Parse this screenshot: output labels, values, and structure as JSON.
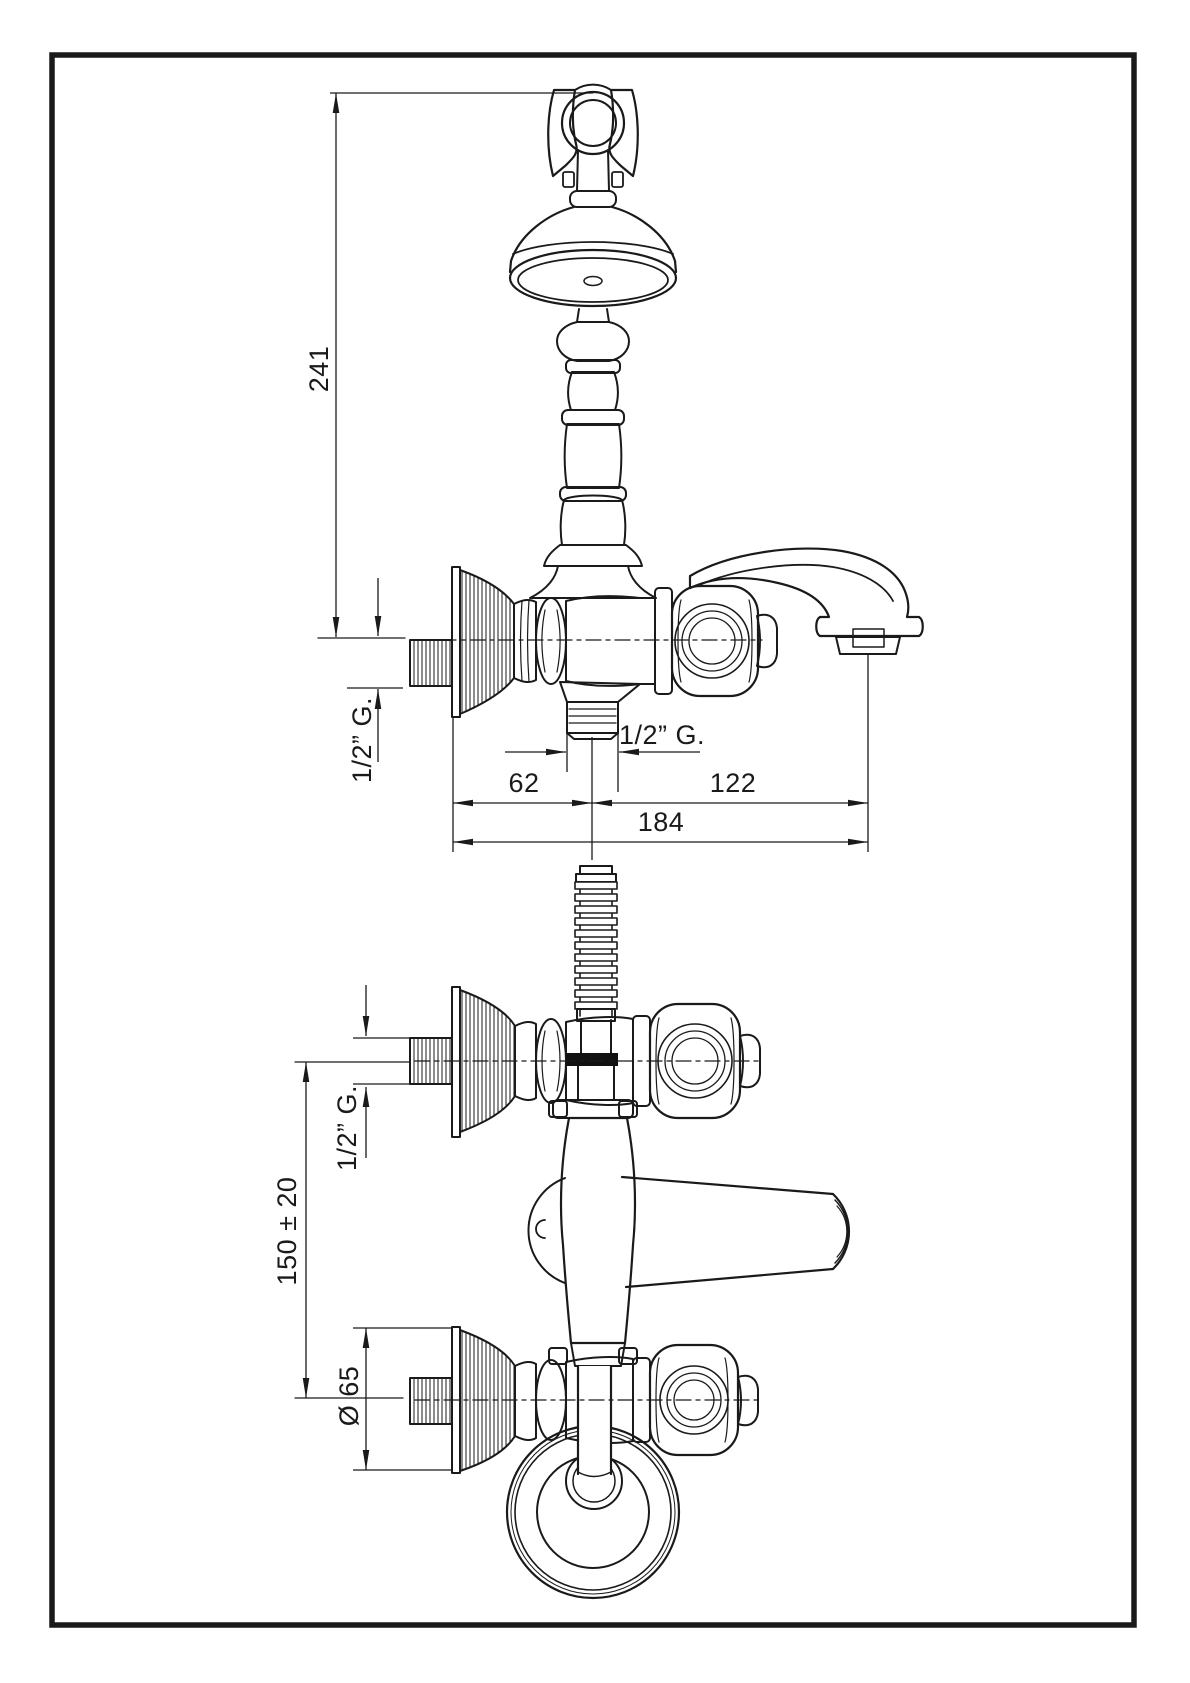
{
  "drawing": {
    "subject": "wall-mounted bath shower mixer with hand shower - installation dimensions",
    "line_color": "#1a1a1a",
    "side_view": {
      "overall_height": "241",
      "wall_to_axis": "62",
      "axis_to_spout": "122",
      "overall_depth": "184",
      "wall_thread": "1/2” G.",
      "outlet_thread": "1/2” G."
    },
    "front_view": {
      "supply_centers": "150 ± 20",
      "supply_thread": "1/2” G.",
      "flange_diameter": "Ø 65"
    }
  }
}
